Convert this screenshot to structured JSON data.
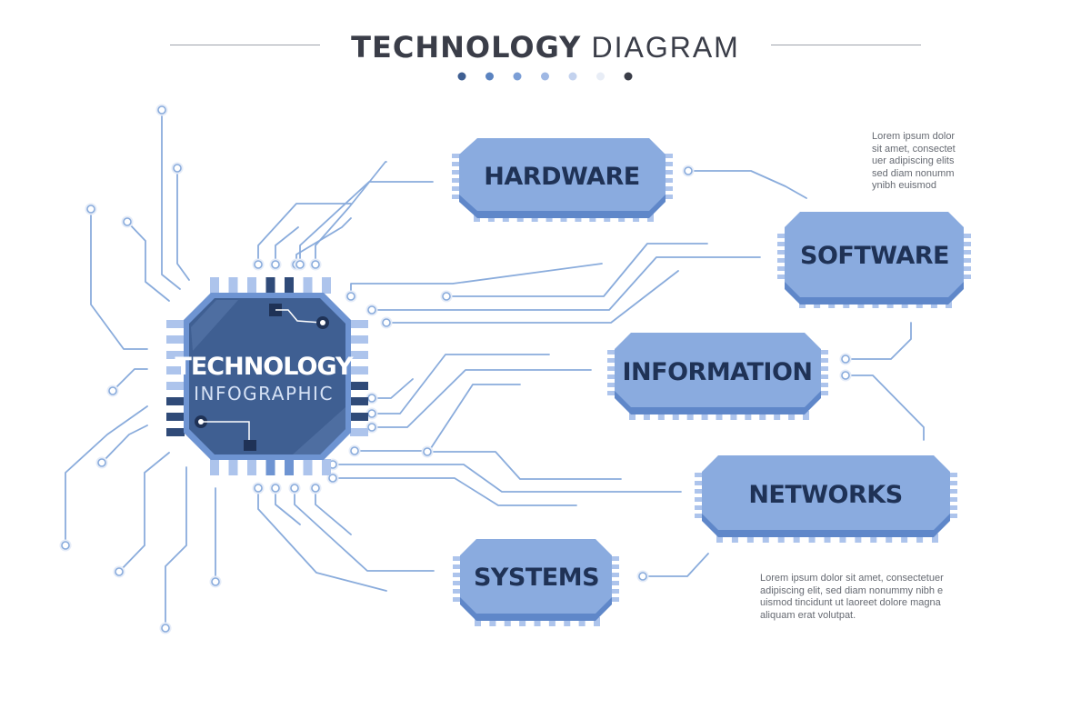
{
  "header": {
    "title_bold": "TECHNOLOGY",
    "title_light": "DIAGRAM",
    "dot_colors": [
      "#3f5f92",
      "#5b83c0",
      "#7b9ed6",
      "#9fb8e4",
      "#c3d2ee",
      "#e8edf6",
      "#3a3d48"
    ]
  },
  "center_chip": {
    "line1": "TECHNOLOGY",
    "line2": "INFOGRAPHIC"
  },
  "chips": [
    {
      "label": "HARDWARE"
    },
    {
      "label": "SOFTWARE"
    },
    {
      "label": "INFORMATION"
    },
    {
      "label": "NETWORKS"
    },
    {
      "label": "SYSTEMS"
    }
  ],
  "notes": {
    "top": [
      "Lorem ipsum dolor",
      "sit amet, consectet",
      "uer adipiscing elits",
      "sed diam nonumm",
      "ynibh euismod"
    ],
    "bottom": [
      "Lorem ipsum dolor sit amet, consectetuer",
      "adipiscing elit, sed diam nonummy nibh e",
      "uismod tincidunt ut laoreet dolore magna",
      "aliquam erat volutpat."
    ]
  },
  "colors": {
    "chip_fill": "#8aabdf",
    "chip_shadow": "#5f87c9",
    "center_fill": "#3f5f92",
    "center_border": "#6e94d2",
    "trace": "#8aacdc",
    "pin_light": "#adc4ec",
    "pin_dark": "#2f4a78"
  }
}
